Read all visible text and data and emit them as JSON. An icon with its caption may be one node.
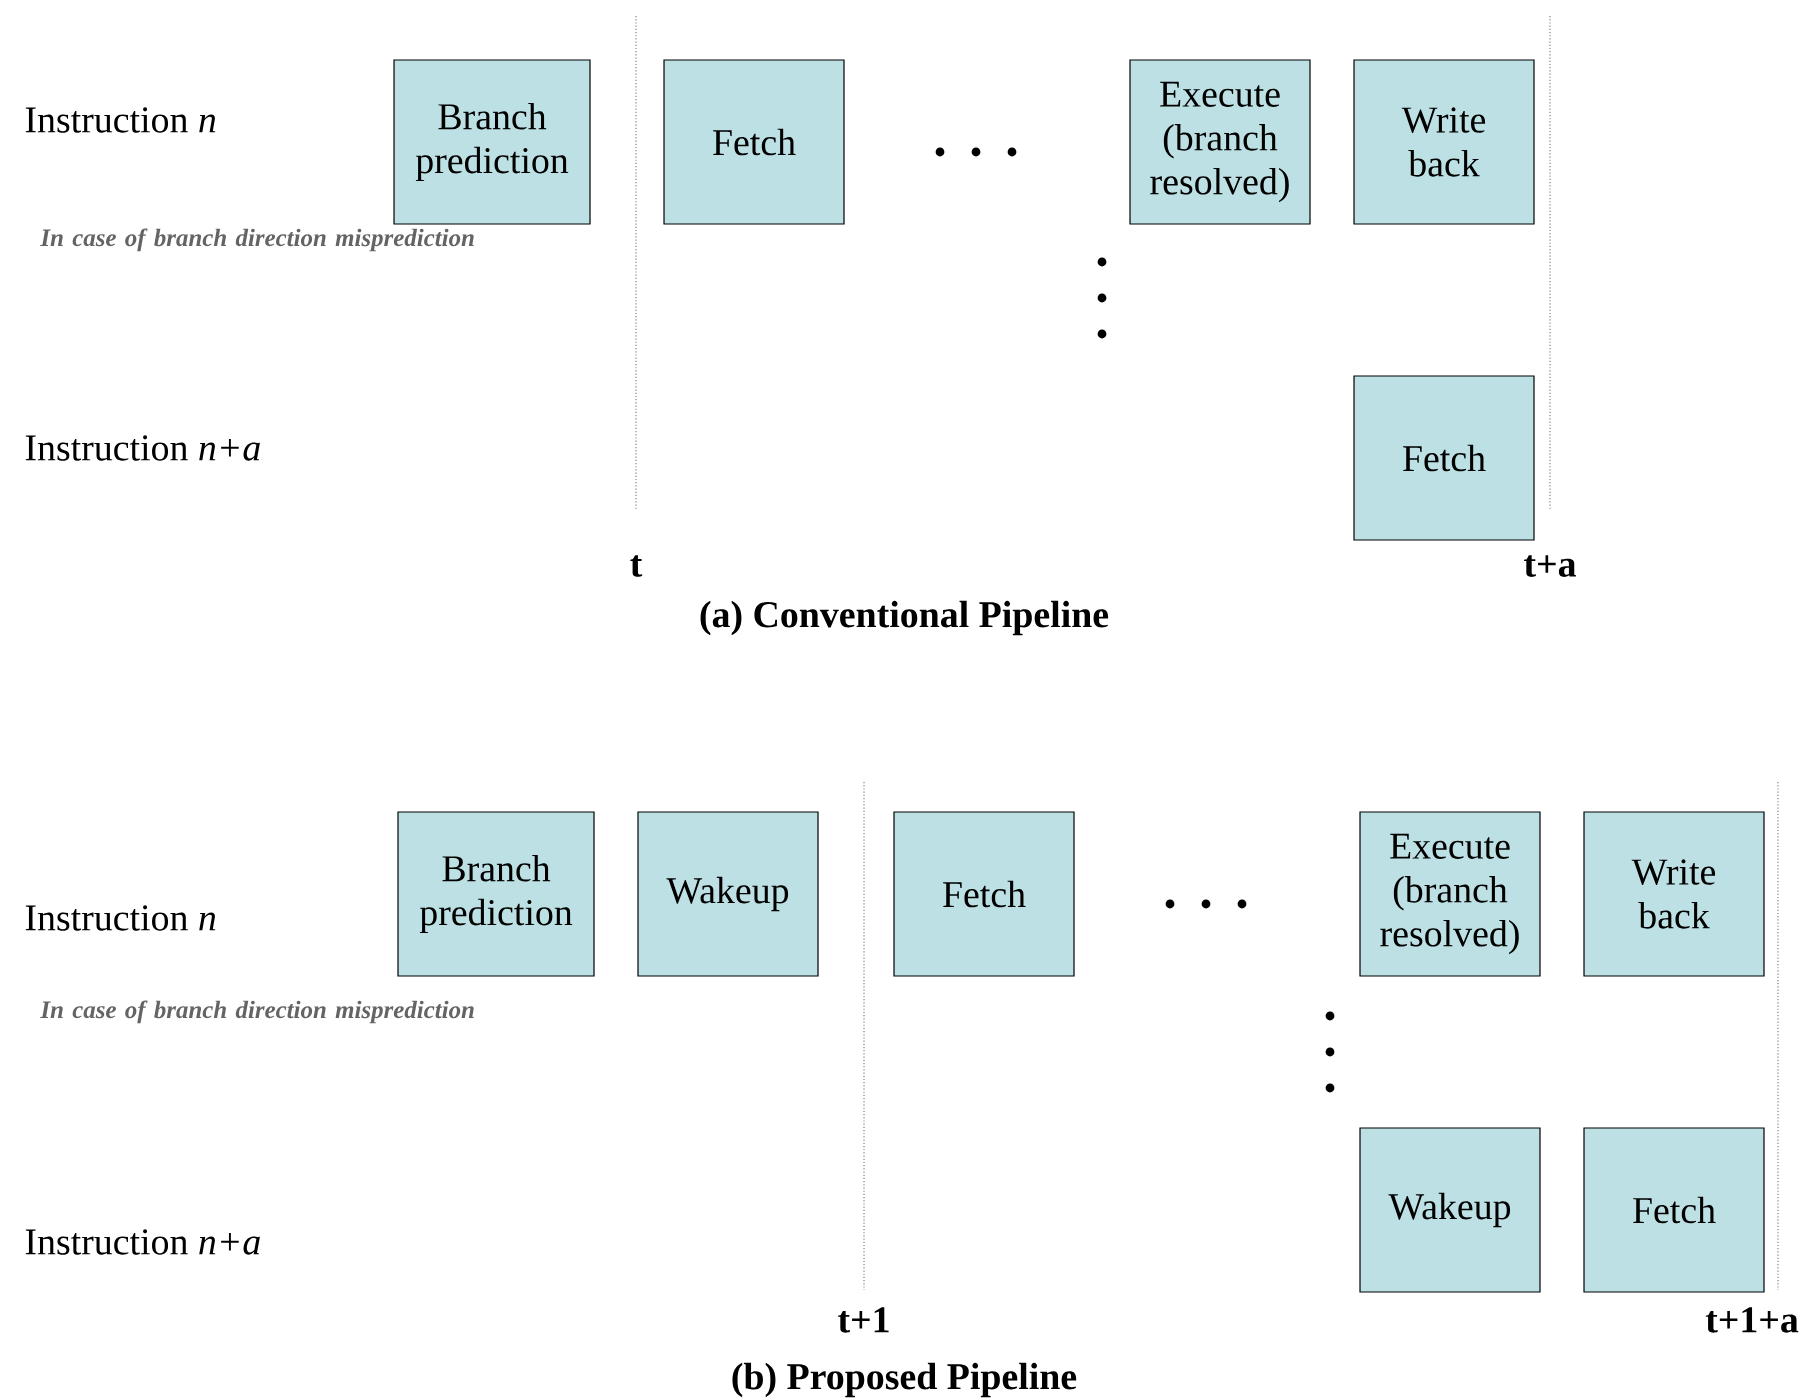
{
  "diagram": {
    "nodes": [
      {
        "text": [
          "Branch prediction"
        ]
      },
      {
        "text": [
          "Fetch"
        ]
      },
      {
        "text": [
          "Execute (branch resolved)"
        ]
      },
      {
        "text": [
          "Write back"
        ]
      },
      {
        "text": [
          "Fetch"
        ]
      },
      {
        "text": [
          "Branch prediction"
        ]
      },
      {
        "text": [
          "Wakeup"
        ]
      },
      {
        "text": [
          "Fetch"
        ]
      },
      {
        "text": [
          "Execute (branch resolved)"
        ]
      },
      {
        "text": [
          "Write back"
        ]
      },
      {
        "text": [
          "Wakeup"
        ]
      },
      {
        "text": [
          "Fetch"
        ]
      }
    ],
    "labels": [
      "Instruction *n*",
      "In case of branch direction misprediction",
      "Instruction *n+a*",
      "t",
      "t+a",
      "(a) Conventional Pipeline",
      "Instruction *n*",
      "In case of branch direction misprediction",
      "Instruction *n+a*",
      "t+1",
      "t+1+a",
      "(b) Proposed Pipeline"
    ]
  }
}
